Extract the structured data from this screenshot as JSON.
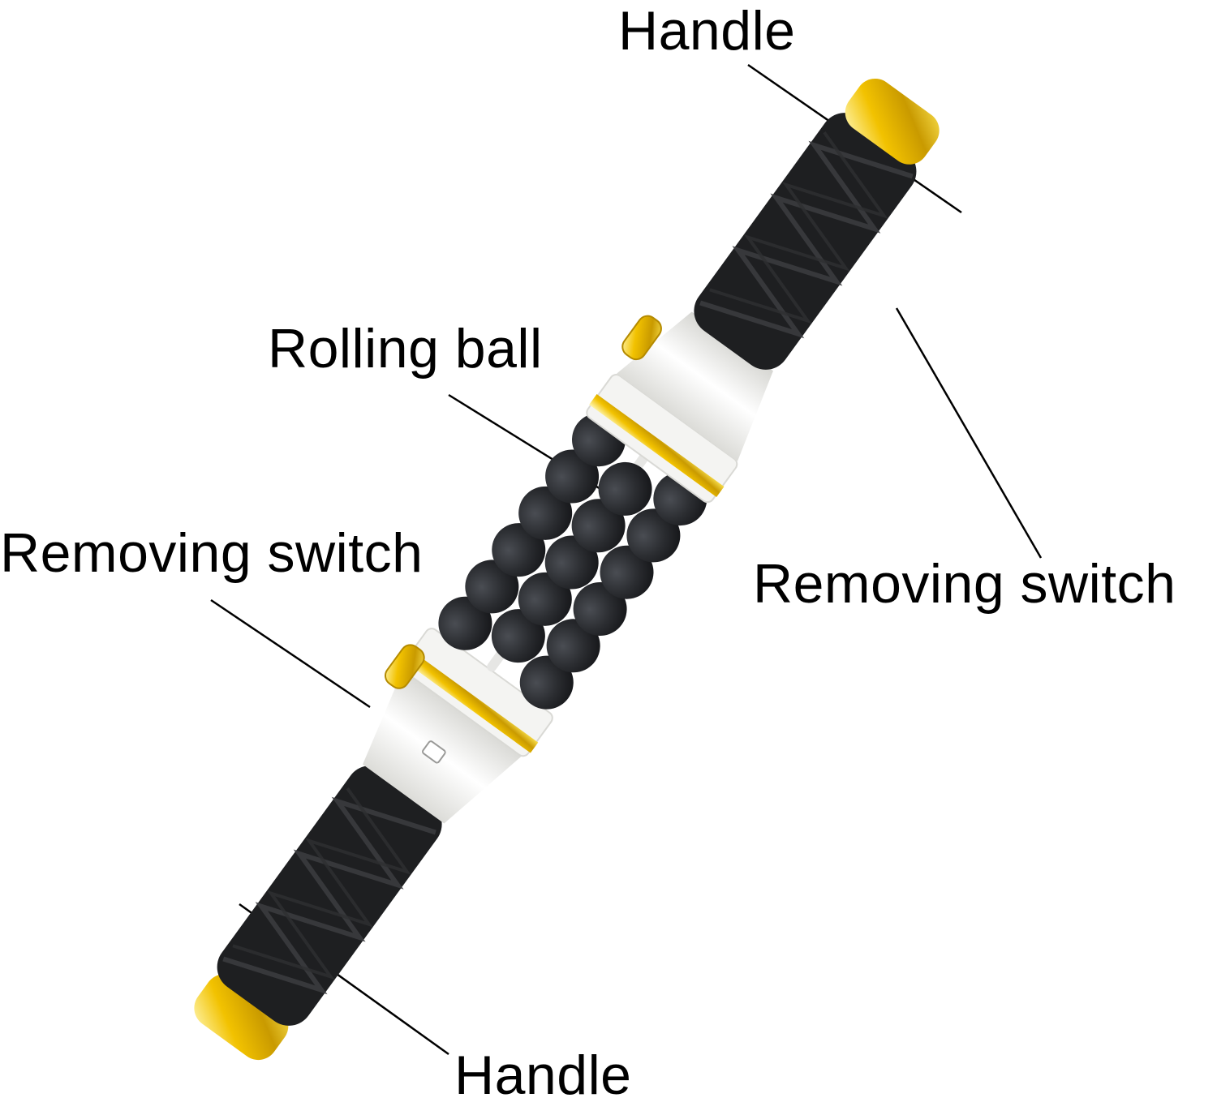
{
  "labels": {
    "top_handle": "Handle",
    "rolling_ball": "Rolling ball",
    "left_switch": "Removing switch",
    "right_switch": "Removing switch",
    "bottom_handle": "Handle"
  },
  "colors": {
    "background": "#ffffff",
    "grip": "#1e1f21",
    "grip_pattern": "#3a3b3e",
    "ball": "#2b2d31",
    "body": "#f4f4f2",
    "gold": "#f2c200",
    "leader_line": "#000000"
  }
}
